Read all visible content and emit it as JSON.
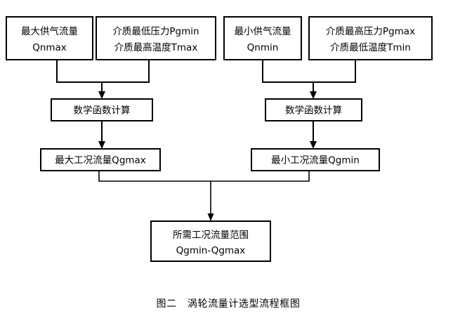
{
  "figure": {
    "caption": "图二   涡轮流量计选型流程框图",
    "background_color": "#ffffff",
    "line_color": "#000000"
  },
  "nodes": {
    "max_supply_flow": {
      "line1": "最大供气流量",
      "line2": "Qnmax"
    },
    "media_min_pressure": {
      "line1": "介质最低压力Pgmin",
      "line2": "介质最高温度Tmax"
    },
    "min_supply_flow": {
      "line1": "最小供气流量",
      "line2": "Qnmin"
    },
    "media_max_pressure": {
      "line1": "介质最高压力Pgmax",
      "line2": "介质最低温度Tmin"
    },
    "math_calc_left": {
      "line1": "数学函数计算"
    },
    "math_calc_right": {
      "line1": "数学函数计算"
    },
    "qgmax_result": {
      "line1": "最大工况流量Qgmax"
    },
    "qgmin_result": {
      "line1": "最小工况流量Qgmin"
    },
    "final_range": {
      "line1": "所需工况流量范围",
      "line2": "Qgmin-Qgmax"
    }
  }
}
